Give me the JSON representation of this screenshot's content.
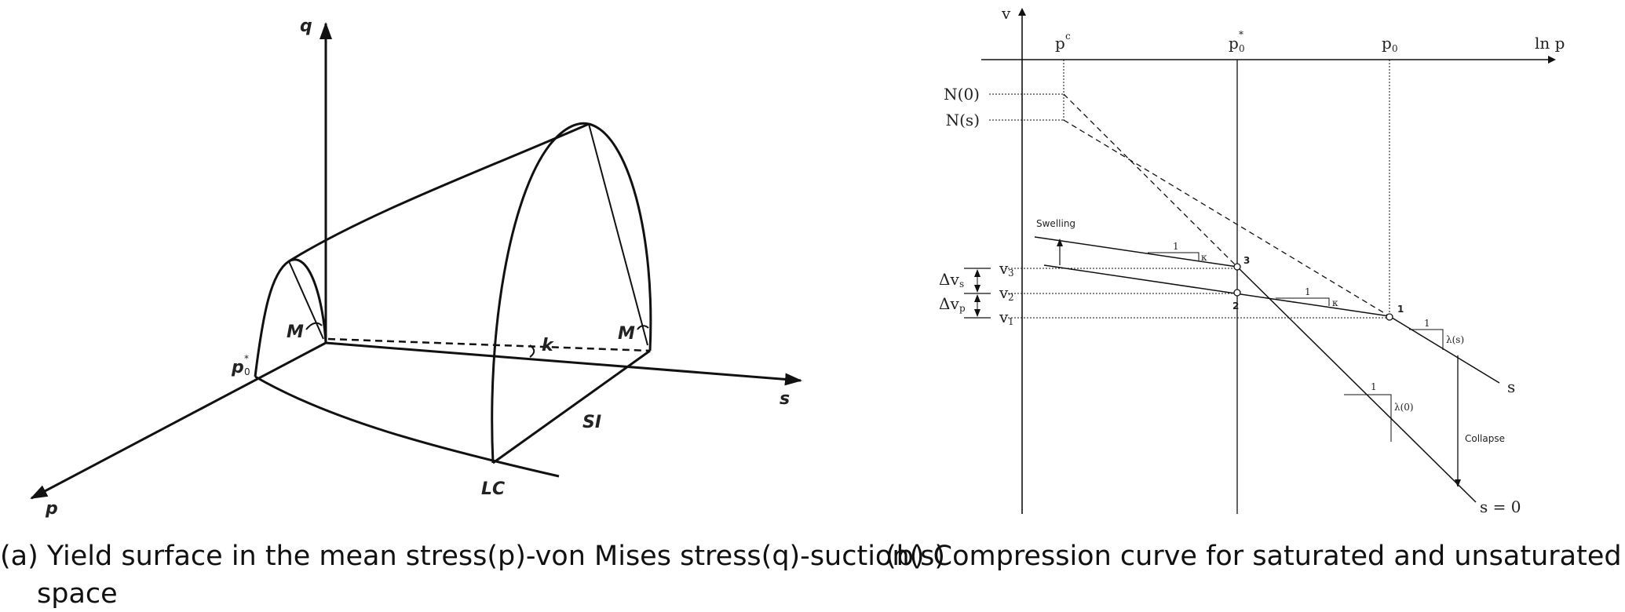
{
  "captions": {
    "a_line1": "(a) Yield surface in the mean stress(p)-von Mises stress(q)-suction(s)",
    "a_line2": "space",
    "b": "(b) Compression curve for saturated and unsaturated soil"
  },
  "diagram_a": {
    "axis_q": "q",
    "axis_p": "p",
    "axis_s": "s",
    "label_p0": "p",
    "label_p0_sup": "*",
    "label_p0_sub": "0",
    "label_M_left": "M",
    "label_M_right": "M",
    "label_k": "k",
    "label_SI": "SI",
    "label_LC": "LC"
  },
  "diagram_b": {
    "axis_v": "v",
    "axis_lnp": "ln p",
    "label_pc": "p",
    "label_pc_sup": "c",
    "label_p0star": "p",
    "label_p0star_sup": "*",
    "label_p0star_sub": "0",
    "label_p0": "p",
    "label_p0_sub": "0",
    "label_N0": "N(0)",
    "label_Ns": "N(s)",
    "label_v3": "v",
    "label_v3_sub": "3",
    "label_v2": "v",
    "label_v2_sub": "2",
    "label_v1": "v",
    "label_v1_sub": "1",
    "label_dvs": "Δv",
    "label_dvs_sub": "s",
    "label_dvp": "Δv",
    "label_dvp_sub": "p",
    "label_swelling": "Swelling",
    "label_collapse": "Collapse",
    "label_pt1": "1",
    "label_pt2": "2",
    "label_pt3": "3",
    "slope_one_1": "1",
    "slope_one_2": "1",
    "slope_one_3": "1",
    "slope_one_4": "1",
    "slope_kappa_1": "κ",
    "slope_kappa_2": "κ",
    "slope_lambda_s": "λ(s)",
    "slope_lambda_0": "λ(0)",
    "curve_s": "s",
    "curve_s0": "s = 0"
  }
}
